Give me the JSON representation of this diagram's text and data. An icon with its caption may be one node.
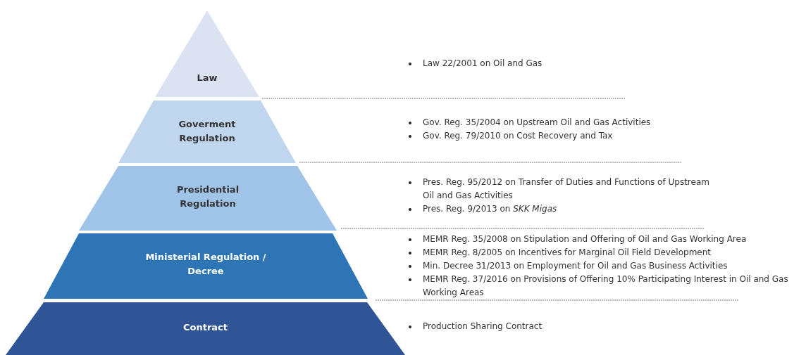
{
  "diagram": {
    "nodes": [
      {
        "text": [
          "Law"
        ]
      },
      {
        "text": [
          "Goverment Regulation"
        ]
      },
      {
        "text": [
          "Presidential Regulation"
        ]
      },
      {
        "text": [
          "Ministerial Regulation / Decree"
        ]
      },
      {
        "text": [
          "Contract"
        ]
      }
    ],
    "labels": [
      "Law 22/2001 on Oil and Gas",
      "Gov. Reg. 35/2004 on Upstream Oil and Gas Activities",
      "Gov. Reg. 79/2010 on Cost Recovery and Tax",
      "Pres. Reg. 95/2012 on Transfer of Duties and Functions of Upstream Oil and Gas Activities",
      "Pres. Reg. 9/2013 on *SKK Migas*",
      "MEMR Reg. 35/2008 on Stipulation and Offering of Oil and Gas Working Area",
      "MEMR Reg. 8/2005 on Incentives for Marginal Oil Field Development",
      "Min. Decree 31/2013 on Employment for Oil and Gas Business Activities",
      "MEMR Reg. 37/2016 on Provisions of Offering 10% Participating Interest in Oil and Gas Working Areas",
      "Production Sharing Contract"
    ]
  }
}
